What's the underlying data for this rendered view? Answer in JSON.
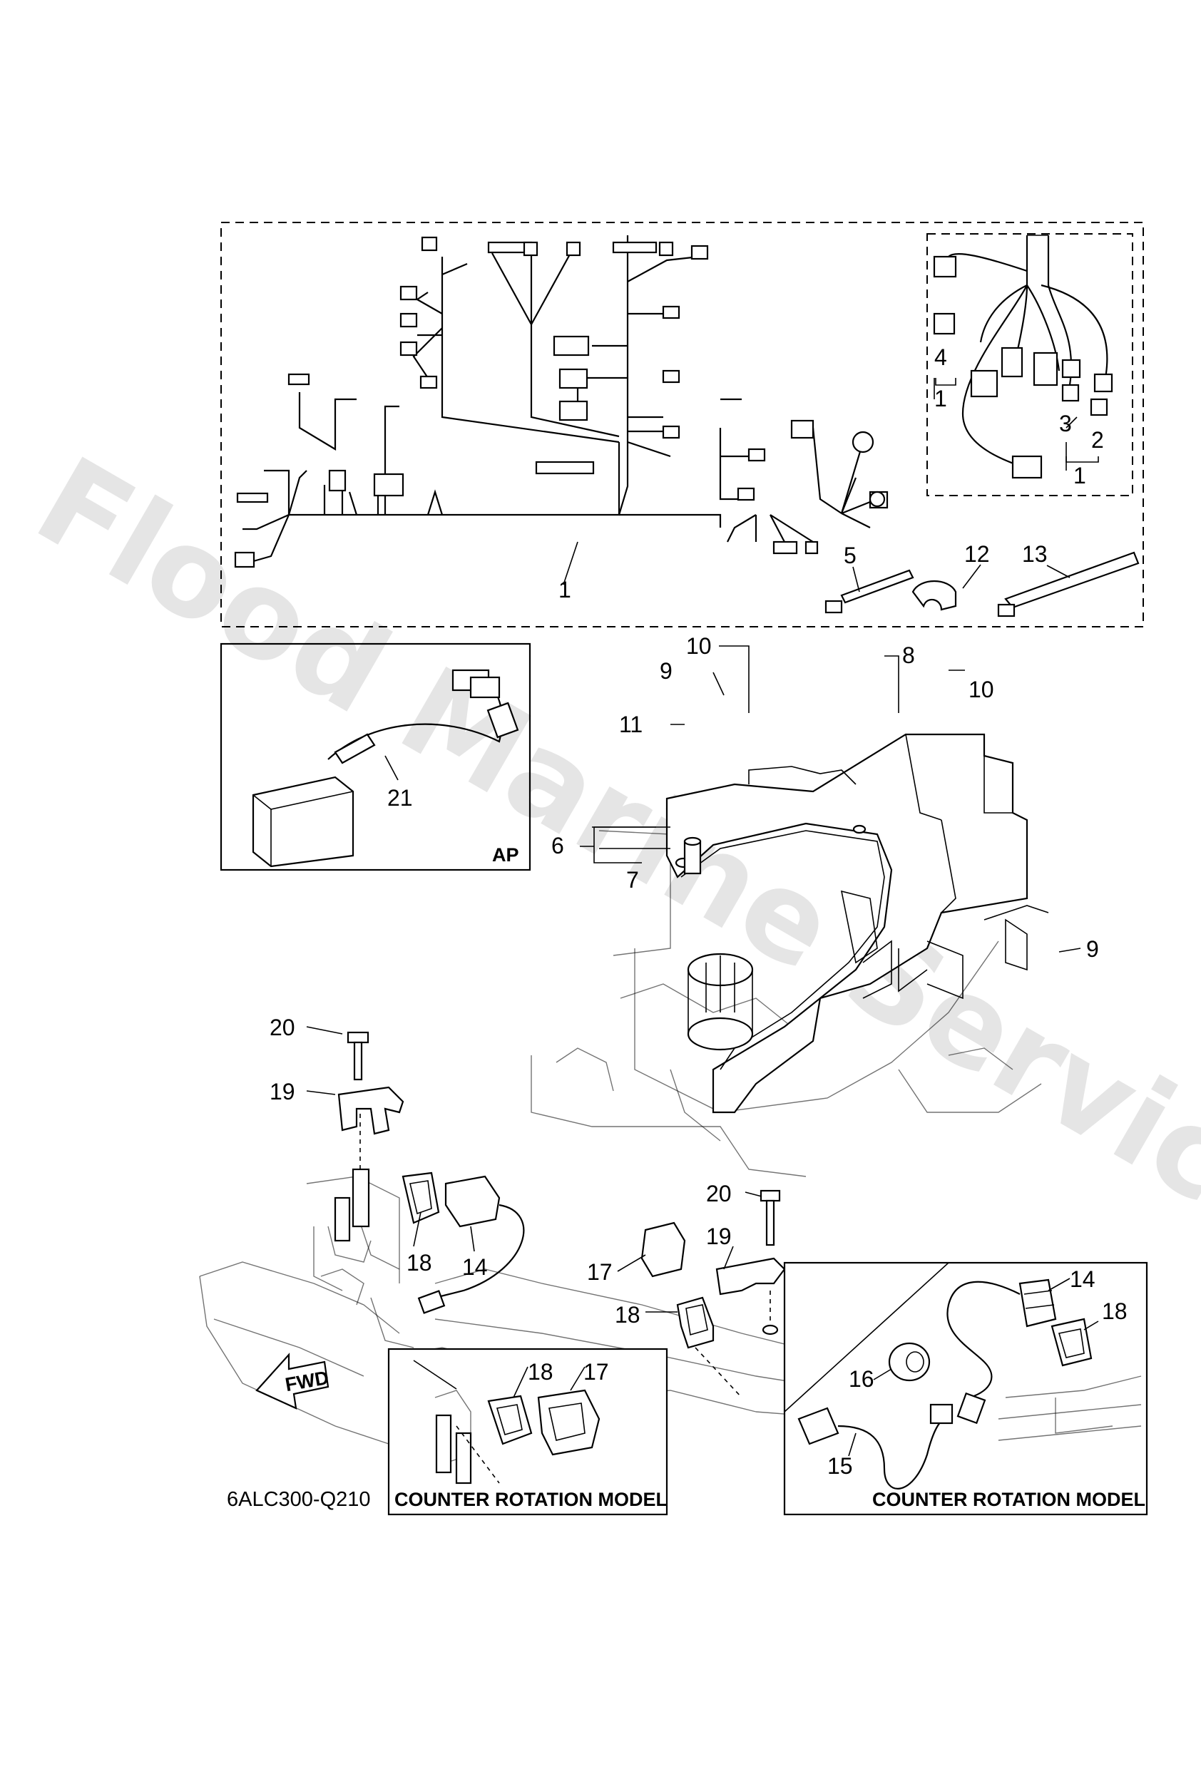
{
  "diagram": {
    "drawing_code": "6ALC300-Q210",
    "watermark": "Flood Marine Services",
    "inset_ap_label": "AP",
    "counter_rotation_label_left": "COUNTER ROTATION MODEL",
    "counter_rotation_label_right": "COUNTER ROTATION MODEL",
    "fwd_label": "FWD",
    "callouts": {
      "harness_main": "1",
      "harness_sub": "1",
      "harness_sub_bracket": "1",
      "part2": "2",
      "part3": "3",
      "part4": "4",
      "part5": "5",
      "part6": "6",
      "part7": "7",
      "part8": "8",
      "part9_top": "9",
      "part9_right": "9",
      "part10_top": "10",
      "part10_right": "10",
      "part11": "11",
      "part12": "12",
      "part13": "13",
      "part14_left": "14",
      "part14_right": "14",
      "part15": "15",
      "part16": "16",
      "part17_mid": "17",
      "part17_box": "17",
      "part18_left": "18",
      "part18_mid": "18",
      "part18_box": "18",
      "part18_right": "18",
      "part19_left": "19",
      "part19_mid": "19",
      "part20_left": "20",
      "part20_mid": "20",
      "part21": "21"
    }
  }
}
